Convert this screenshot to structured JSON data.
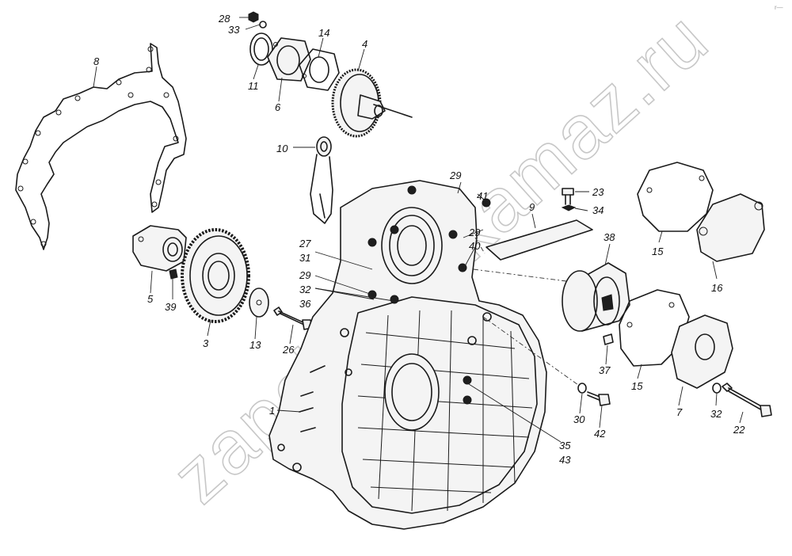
{
  "watermark": "zapchasti-kamaz.ru",
  "corner_mark": "r—",
  "callouts": [
    {
      "id": "28",
      "label": "28"
    },
    {
      "id": "33",
      "label": "33"
    },
    {
      "id": "14",
      "label": "14"
    },
    {
      "id": "4",
      "label": "4"
    },
    {
      "id": "8",
      "label": "8"
    },
    {
      "id": "11",
      "label": "11"
    },
    {
      "id": "6",
      "label": "6"
    },
    {
      "id": "10",
      "label": "10"
    },
    {
      "id": "29a",
      "label": "29"
    },
    {
      "id": "41",
      "label": "41"
    },
    {
      "id": "23",
      "label": "23"
    },
    {
      "id": "34",
      "label": "34"
    },
    {
      "id": "9",
      "label": "9"
    },
    {
      "id": "29b",
      "label": "29"
    },
    {
      "id": "40",
      "label": "40"
    },
    {
      "id": "38",
      "label": "38"
    },
    {
      "id": "15a",
      "label": "15"
    },
    {
      "id": "16",
      "label": "16"
    },
    {
      "id": "27",
      "label": "27"
    },
    {
      "id": "31",
      "label": "31"
    },
    {
      "id": "29c",
      "label": "29"
    },
    {
      "id": "32a",
      "label": "32"
    },
    {
      "id": "36",
      "label": "36"
    },
    {
      "id": "5",
      "label": "5"
    },
    {
      "id": "39",
      "label": "39"
    },
    {
      "id": "3",
      "label": "3"
    },
    {
      "id": "13",
      "label": "13"
    },
    {
      "id": "26",
      "label": "26"
    },
    {
      "id": "37",
      "label": "37"
    },
    {
      "id": "15b",
      "label": "15"
    },
    {
      "id": "7",
      "label": "7"
    },
    {
      "id": "32b",
      "label": "32"
    },
    {
      "id": "22",
      "label": "22"
    },
    {
      "id": "1",
      "label": "1"
    },
    {
      "id": "30",
      "label": "30"
    },
    {
      "id": "42",
      "label": "42"
    },
    {
      "id": "35",
      "label": "35"
    },
    {
      "id": "43",
      "label": "43"
    }
  ]
}
